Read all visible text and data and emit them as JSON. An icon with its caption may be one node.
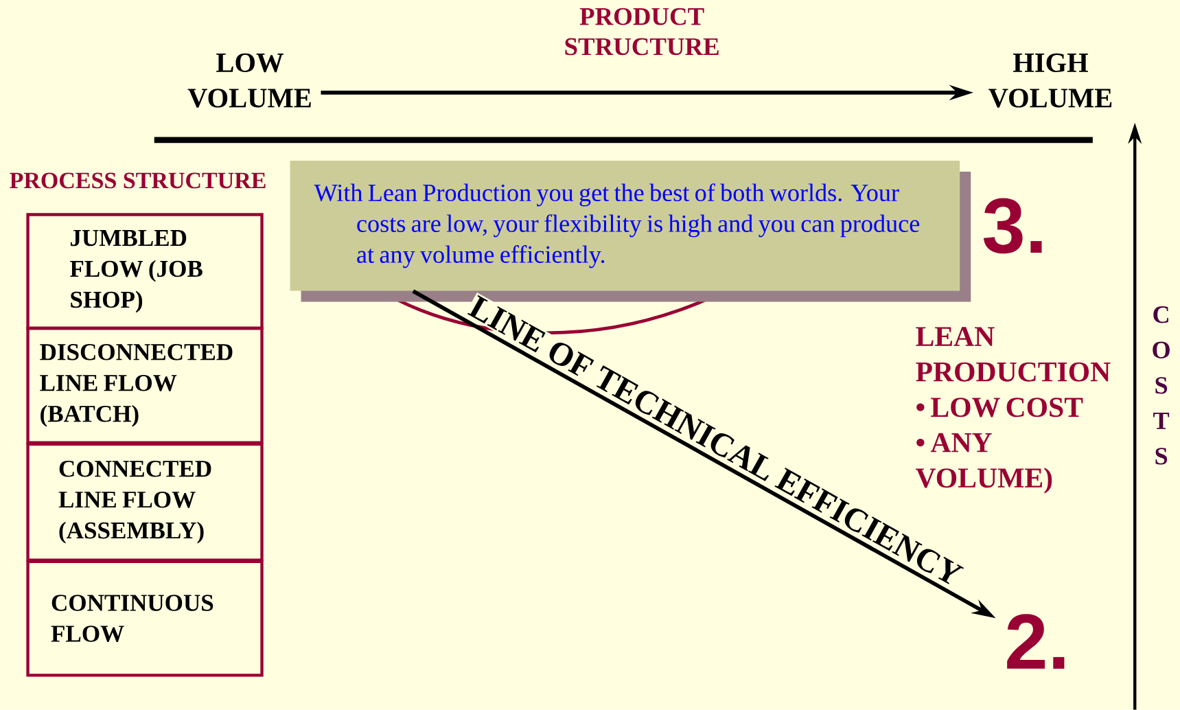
{
  "diagram": {
    "nodes": [
      {
        "text": [
          "LOW VOLUME"
        ]
      },
      {
        "text": [
          "HIGH VOLUME"
        ]
      },
      {
        "text": [
          "JUMBLED FLOW (JOB SHOP)"
        ]
      },
      {
        "text": [
          "DISCONNECTED LINE FLOW (BATCH)"
        ]
      },
      {
        "text": [
          "CONNECTED LINE FLOW (ASSEMBLY)"
        ]
      },
      {
        "text": [
          "CONTINUOUS FLOW"
        ]
      },
      {
        "text": [
          "With Lean Production you get the best of both worlds.  Your costs are low, your flexibility is high and you can produce at any volume efficiently."
        ]
      },
      {
        "text": [
          "2."
        ]
      }
    ],
    "edges": [
      {
        "from": 0,
        "to": 1,
        "arrow": "to"
      },
      {
        "from": 6,
        "to": 7,
        "arrow": "to",
        "label": "LINE OF TECHNICAL EFFICIENCY"
      }
    ],
    "labels": [
      "PRODUCT STRUCTURE",
      "PROCESS STRUCTURE",
      "3.",
      "LEAN PRODUCTION",
      "• LOW COST",
      "• ANY VOLUME)",
      "COSTS"
    ]
  }
}
